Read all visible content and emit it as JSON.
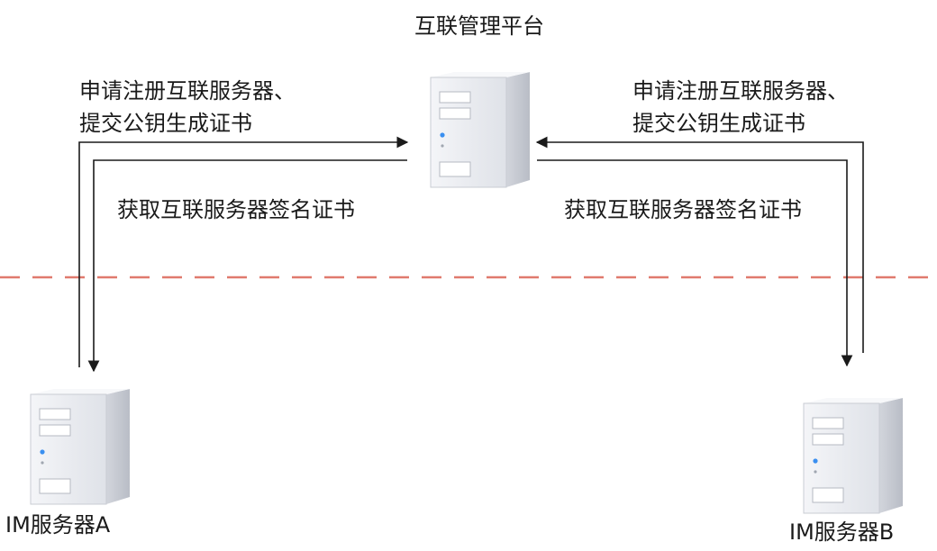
{
  "platform": {
    "title": "互联管理平台"
  },
  "left": {
    "request_line1": "申请注册互联服务器、",
    "request_line2": "提交公钥生成证书",
    "fetch": "获取互联服务器签名证书",
    "server_name": "IM服务器A"
  },
  "right": {
    "request_line1": "申请注册互联服务器、",
    "request_line2": "提交公钥生成证书",
    "fetch": "获取互联服务器签名证书",
    "server_name": "IM服务器B"
  },
  "colors": {
    "divider": "#e07a6e",
    "arrow": "#1a1a1a",
    "server_body": "#eceef2",
    "server_shadow": "#c9ccd3"
  }
}
